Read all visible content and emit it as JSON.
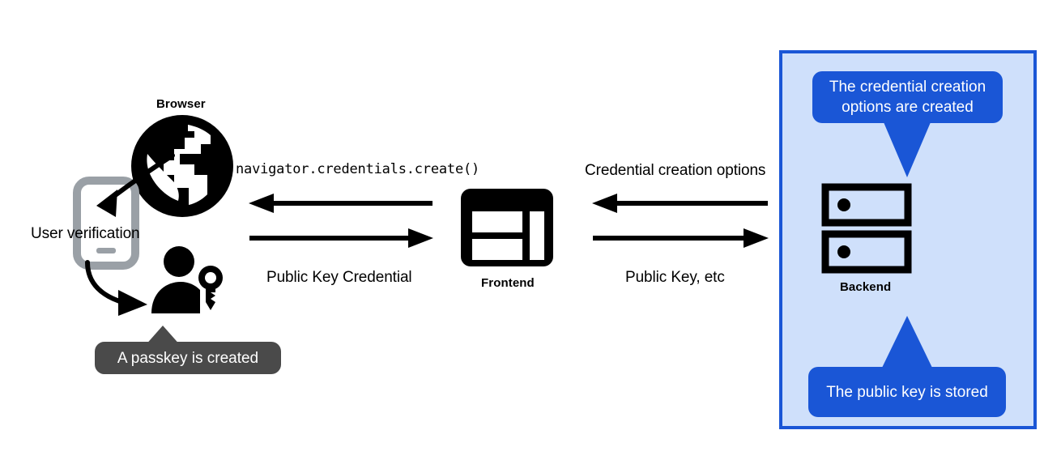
{
  "diagram": {
    "title": "WebAuthn passkey registration flow",
    "background": "#ffffff",
    "colors": {
      "accent_blue": "#1a56d6",
      "panel_blue": "#cfe0fb",
      "tooltip_dark": "#4a4a4a",
      "icon_black": "#000000",
      "device_gray": "#9aa0a6"
    }
  },
  "nodes": {
    "browser": {
      "label": "Browser",
      "icon": "globe-icon"
    },
    "device": {
      "icon": "mobile-phone-icon",
      "annotation": "User verification"
    },
    "user": {
      "icon": "person-with-key-icon"
    },
    "frontend": {
      "label": "Frontend",
      "icon": "browser-window-icon"
    },
    "backend": {
      "label": "Backend",
      "icon": "server-rack-icon"
    }
  },
  "arrows": {
    "browser_to_device": {
      "label": "User verification",
      "direction": "down-left"
    },
    "device_to_user": {
      "direction": "down-right"
    },
    "frontend_to_browser": {
      "label": "navigator.credentials.create()",
      "direction": "left"
    },
    "browser_to_frontend": {
      "label": "Public Key Credential",
      "direction": "right"
    },
    "backend_to_frontend": {
      "label": "Credential creation options",
      "direction": "left"
    },
    "frontend_to_backend": {
      "label": "Public Key, etc",
      "direction": "right"
    }
  },
  "callouts": {
    "passkey_created": {
      "text": "A passkey is created",
      "style": "dark",
      "tail": "up"
    },
    "credential_options": {
      "text": "The credential creation options are created",
      "style": "blue",
      "tail": "down"
    },
    "public_key_stored": {
      "text": "The public key is stored",
      "style": "blue",
      "tail": "up"
    }
  }
}
